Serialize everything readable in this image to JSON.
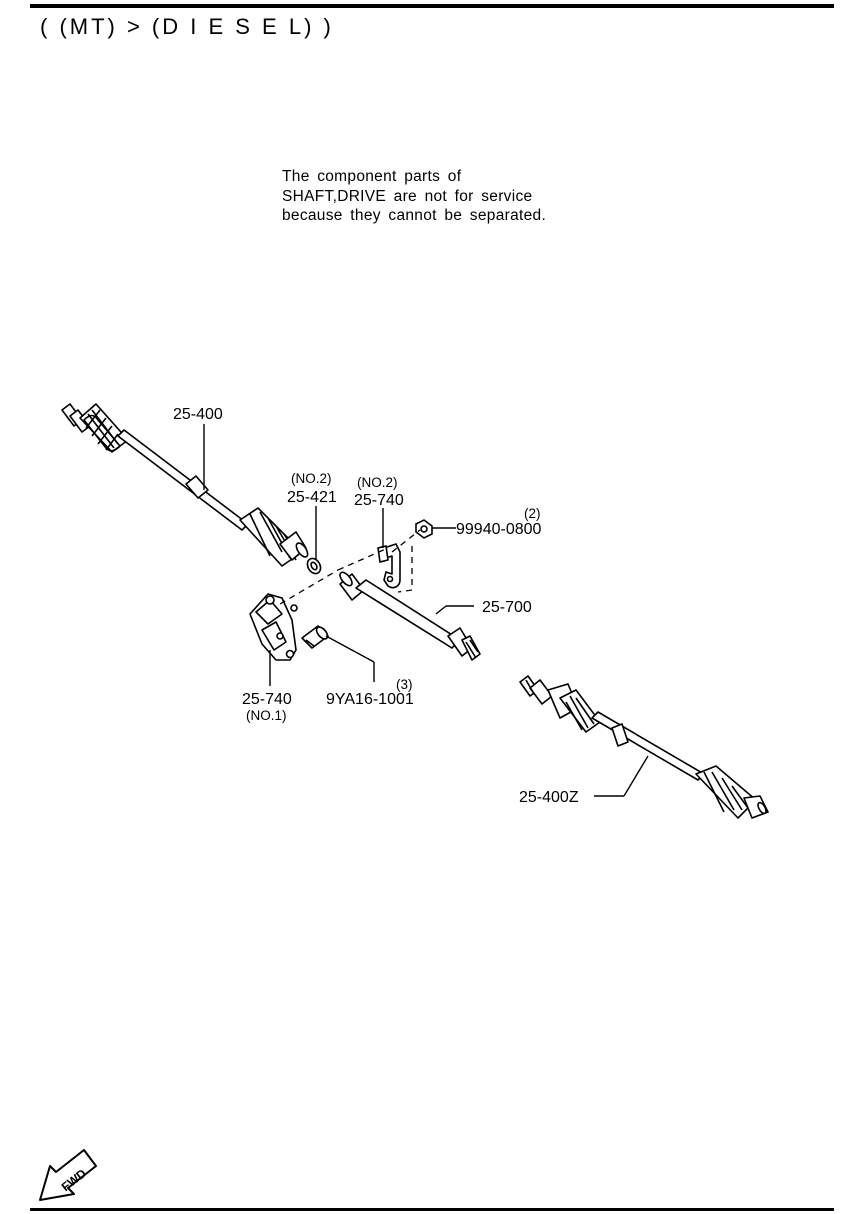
{
  "header": {
    "title": "( (MT) > (D I E S E L) )"
  },
  "note": {
    "lines": [
      "The component parts of",
      "SHAFT,DRIVE are not for service",
      "because they cannot be separated."
    ]
  },
  "callouts": {
    "left_shaft": {
      "part": "25-400"
    },
    "clip": {
      "sub": "(NO.2)",
      "part": "25-421"
    },
    "bracket_no2": {
      "sub": "(NO.2)",
      "part": "25-740"
    },
    "nut": {
      "qty": "(2)",
      "part": "99940-0800"
    },
    "joint_shaft": {
      "part": "25-700"
    },
    "bolt": {
      "qty": "(3)",
      "part": "9YA16-1001"
    },
    "bracket_no1": {
      "part": "25-740",
      "sub": "(NO.1)"
    },
    "right_shaft": {
      "part": "25-400Z"
    }
  },
  "fwd_badge": {
    "text": "FWD"
  }
}
